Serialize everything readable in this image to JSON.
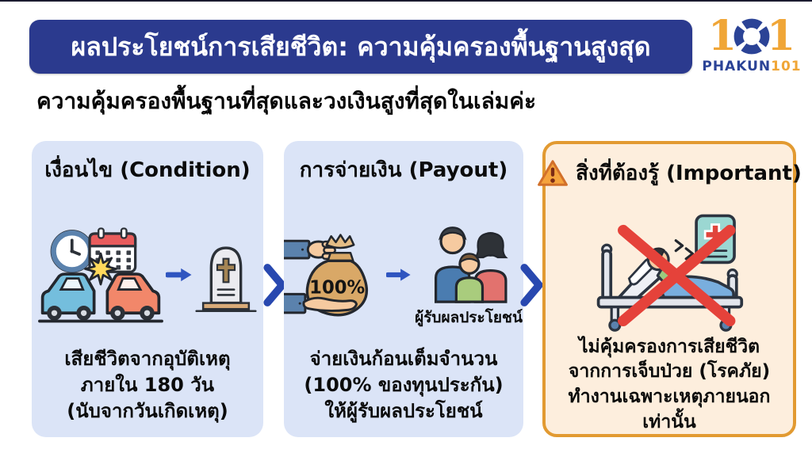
{
  "header": {
    "title": "ผลประโยชน์การเสียชีวิต: ความคุ้มครองพื้นฐานสูงสุด"
  },
  "subtitle": "ความคุ้มครองพื้นฐานที่สุดและวงเงินสูงที่สุดในเล่มค่ะ",
  "logo": {
    "mark_left": "1",
    "mark_right": "1",
    "brand_text_primary": "PHAKUN",
    "brand_text_accent": "101"
  },
  "cards": [
    {
      "id": "condition",
      "title": "เงื่อนไข (Condition)",
      "body_lines": [
        "เสียชีวิตจากอุบัติเหตุ",
        "ภายใน 180 วัน",
        "(นับจากวันเกิดเหตุ)"
      ]
    },
    {
      "id": "payout",
      "title": "การจ่ายเงิน (Payout)",
      "money_bag_label": "100%",
      "family_caption": "ผู้รับผลประโยชน์",
      "body_lines": [
        "จ่ายเงินก้อนเต็มจำนวน",
        "(100% ของทุนประกัน)",
        "ให้ผู้รับผลประโยชน์"
      ]
    },
    {
      "id": "important",
      "title": "สิ่งที่ต้องรู้ (Important)",
      "body_lines": [
        "ไม่คุ้มครองการเสียชีวิต",
        "จากการเจ็บป่วย (โรคภัย)",
        "ทำงานเฉพาะเหตุภายนอกเท่านั้น"
      ]
    }
  ],
  "icons": {
    "warning-icon": "⚠",
    "clock-icon": "🕐",
    "calendar-icon": "📅",
    "car-crash-icon": "💥",
    "tombstone-icon": "🪦",
    "arrow-right-icon": "➜",
    "chevron-right-icon": "❯",
    "money-bag-icon": "💰",
    "giving-hands-icon": "🤲",
    "family-icon": "👪",
    "hospital-bed-icon": "🛏",
    "medical-chart-icon": "🏥",
    "red-cross-out-icon": "❌"
  },
  "colors": {
    "header_bg": "#2b3a8e",
    "card_bg": "#dbe4f7",
    "important_bg": "#fdeedd",
    "important_border": "#e29a31",
    "arrow_blue": "#2f55c0",
    "chevron_blue": "#2848b0",
    "warning_orange": "#f5a33c",
    "cross_out_red": "#e5423a",
    "brand_blue": "#2b4396",
    "brand_orange": "#f0a637"
  }
}
